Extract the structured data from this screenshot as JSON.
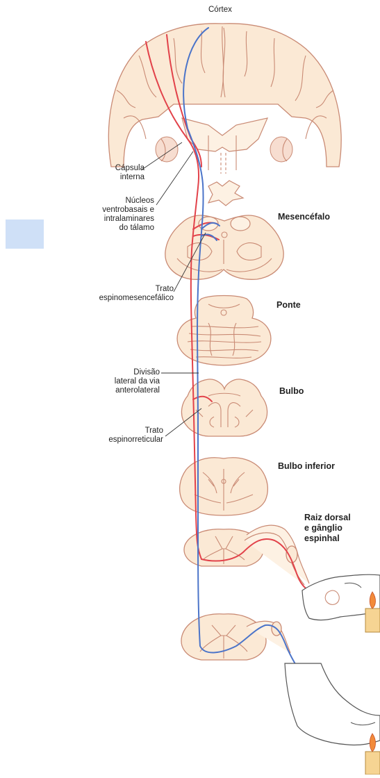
{
  "labels": {
    "cortex": "Córtex",
    "capsula": [
      "Cápsula",
      "interna"
    ],
    "nucleos": [
      "Núcleos",
      "ventrobasais e",
      "intralaminares",
      "do tálamo"
    ],
    "trato_espinomesencefalico": [
      "Trato",
      "espinomesencefálico"
    ],
    "divisao": [
      "Divisão",
      "lateral da via",
      "anterolateral"
    ],
    "trato_espinorreticular": [
      "Trato",
      "espinorreticular"
    ],
    "mesencefalo": "Mesencéfalo",
    "ponte": "Ponte",
    "bulbo": "Bulbo",
    "bulbo_inferior": "Bulbo inferior",
    "raiz": [
      "Raiz dorsal",
      "e gânglio",
      "espinhal"
    ]
  },
  "colors": {
    "lateral_pathway": "#e2424a",
    "medial_pathway": "#4b74c9",
    "tissue": "#fbe9d5",
    "outline": "#c98a74",
    "side_box": "#cfe0f7"
  },
  "icons": [
    "brain-cortex",
    "midbrain-section",
    "pons-section",
    "medulla-section",
    "lower-medulla-section",
    "spinal-cord-section",
    "hand-icon",
    "foot-icon",
    "candle-flame-icon"
  ]
}
